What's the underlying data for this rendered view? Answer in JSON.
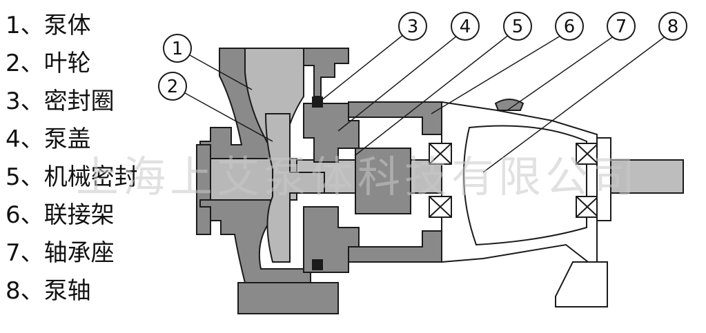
{
  "legend": [
    {
      "num": "1",
      "text": "1、泵体"
    },
    {
      "num": "2",
      "text": "2、叶轮"
    },
    {
      "num": "3",
      "text": "3、密封圈"
    },
    {
      "num": "4",
      "text": "4、泵盖"
    },
    {
      "num": "5",
      "text": "5、机械密封"
    },
    {
      "num": "6",
      "text": "6、联接架"
    },
    {
      "num": "7",
      "text": "7、轴承座"
    },
    {
      "num": "8",
      "text": "8、泵轴"
    }
  ],
  "callouts": [
    "1",
    "2",
    "3",
    "4",
    "5",
    "6",
    "7",
    "8"
  ],
  "watermark": "上海上艾泵体科技有限公司",
  "colors": {
    "lining": "#b8b8b8",
    "casing": "#8a8a8a",
    "outline": "#1a1a1a",
    "shaft": "#bdbdbd",
    "background": "#ffffff"
  }
}
